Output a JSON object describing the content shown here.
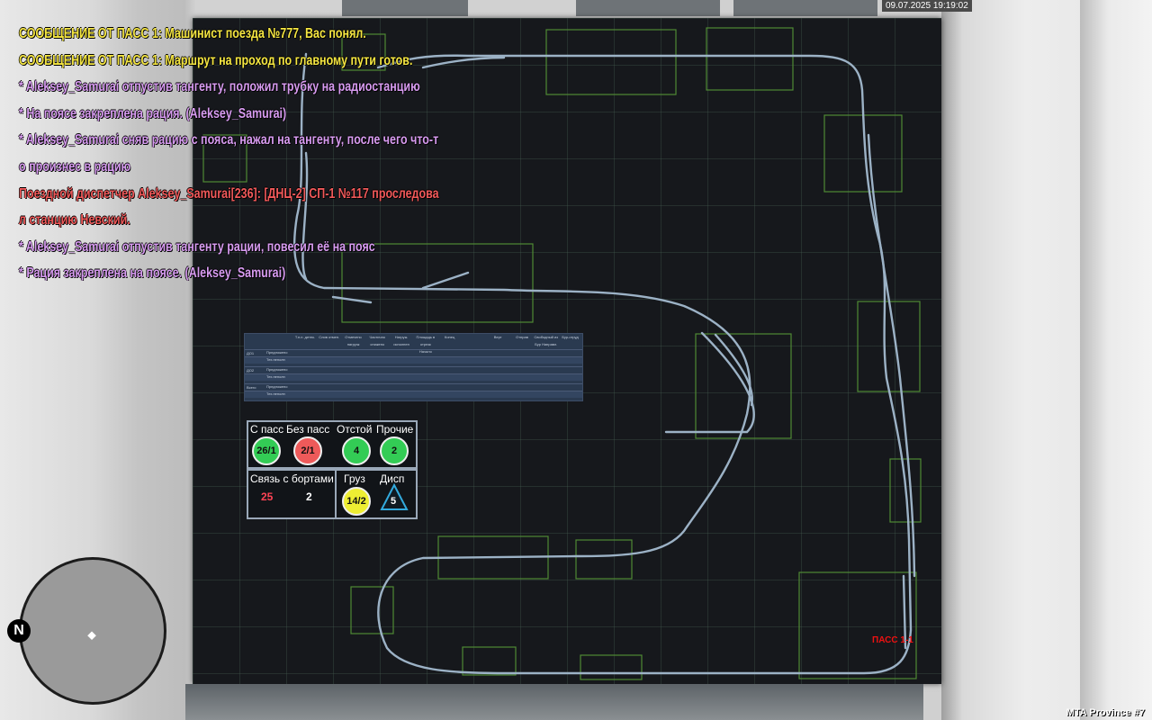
{
  "hud": {
    "timestamp": "09.07.2025 19:19:02",
    "server_name": "MTA Province #7"
  },
  "chat": {
    "lines": [
      {
        "text": "СООБЩЕНИЕ ОТ ПАСС 1: Машинист поезда №777, Вас понял.",
        "color": "#f5e642"
      },
      {
        "text": "СООБЩЕНИЕ ОТ ПАСС 1: Маршрут на проход по главному пути готов.",
        "color": "#f5e642"
      },
      {
        "text": "* Aleksey_Samurai отпустив тангенту, положил трубку на радиостанцию",
        "color": "#d79bf0"
      },
      {
        "text": "* На поясе закреплена рация. (Aleksey_Samurai)",
        "color": "#d79bf0"
      },
      {
        "text": "* Aleksey_Samurai сняв рацию с пояса, нажал на тангенту, после чего что-т",
        "color": "#d79bf0"
      },
      {
        "text": "о произнес в рацию",
        "color": "#d79bf0"
      },
      {
        "text": "Поездной диспетчер Aleksey_Samurai[236]: [ДНЦ-2] СП-1 №117 проследова",
        "color": "#f0595a"
      },
      {
        "text": "л станцию Невский.",
        "color": "#f0595a"
      },
      {
        "text": "* Aleksey_Samurai отпустив тангенту рации, повесил её на пояс",
        "color": "#d79bf0"
      },
      {
        "text": "* Рация закреплена на поясе. (Aleksey_Samurai)",
        "color": "#d79bf0"
      }
    ]
  },
  "dispatch_table": {
    "headers": [
      "",
      "",
      "Т.п.п. детек.",
      "Слив отмен.",
      "Отмечено нагрузк",
      "Частично снижено",
      "Нагруж. исполнен",
      "Площадь в отрезк Начало",
      "Конец",
      "",
      "Верт",
      "Отправ",
      "Свободный из Бур Направл.",
      "Бур-отруд"
    ],
    "rows": [
      {
        "group": "ДО1",
        "sub": [
          "Предложено",
          "Тех.неполн"
        ]
      },
      {
        "group": "ДО2",
        "sub": [
          "Предложено",
          "Тех.неполн"
        ]
      },
      {
        "group": "Всего",
        "sub": [
          "Предложено",
          "Тех.неполн"
        ]
      }
    ]
  },
  "counters": {
    "with_pass": {
      "label": "С пасс",
      "value": "26/1",
      "color": "#33cc55"
    },
    "without_pass": {
      "label": "Без пасс",
      "value": "2/1",
      "color": "#ee5a5a"
    },
    "standby": {
      "label": "Отстой",
      "value": "4",
      "color": "#33cc55"
    },
    "other": {
      "label": "Прочие",
      "value": "2",
      "color": "#33cc55"
    },
    "comms_label": "Связь с бортами",
    "comms_red": "25",
    "comms_white": "2",
    "cargo": {
      "label": "Груз",
      "value": "14/2",
      "color": "#eeee33"
    },
    "dispatch": {
      "label": "Дисп",
      "value": "5",
      "color": "#33aadd"
    }
  },
  "map": {
    "train_label": "ПАСС 1-1"
  },
  "minimap": {
    "north_label": "N",
    "player_marker": "⬥"
  }
}
